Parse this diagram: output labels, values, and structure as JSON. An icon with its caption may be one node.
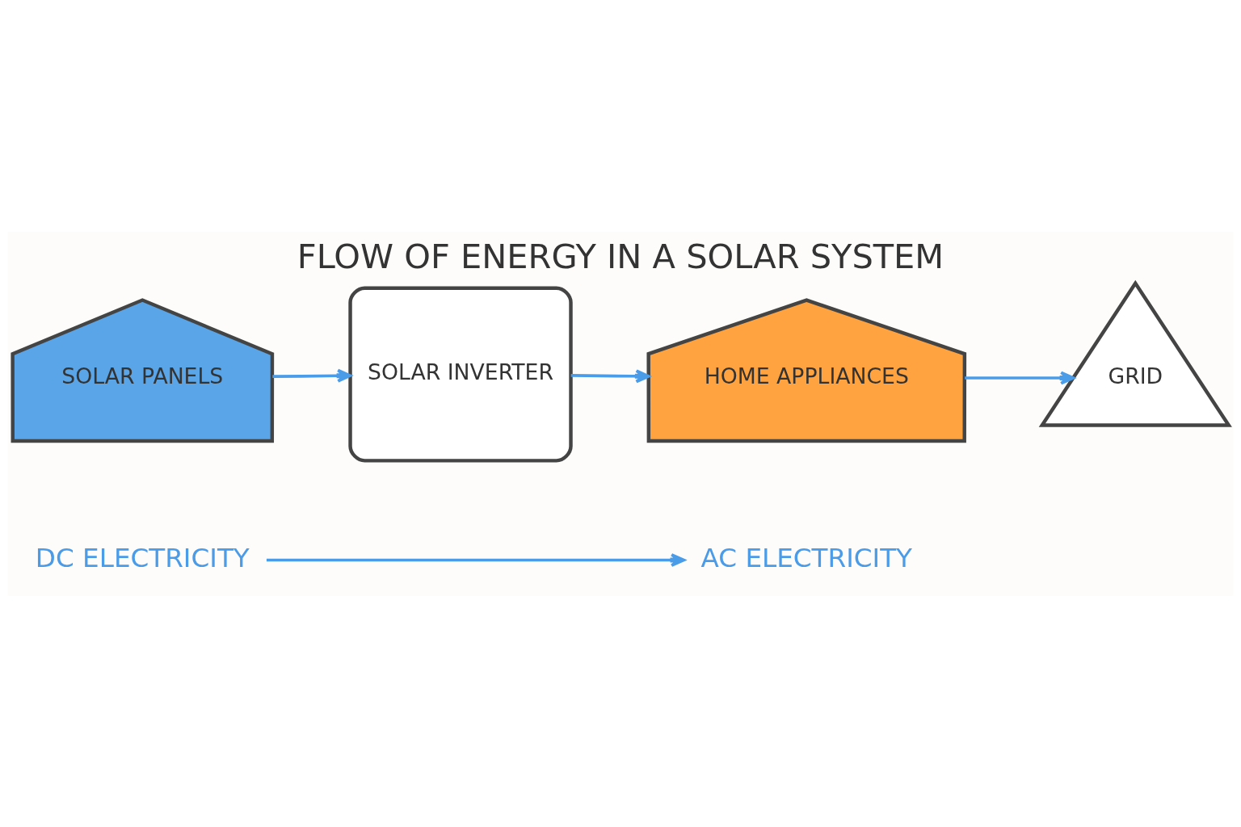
{
  "diagram": {
    "title": "FLOW OF ENERGY IN A SOLAR SYSTEM",
    "nodes": [
      {
        "text": [
          "SOLAR PANELS"
        ]
      },
      {
        "text": [
          "SOLAR INVERTER"
        ]
      },
      {
        "text": [
          "HOME APPLIANCES"
        ]
      },
      {
        "text": [
          "GRID"
        ]
      },
      {
        "text": [
          "DC ELECTRICITY"
        ]
      },
      {
        "text": [
          "AC ELECTRICITY"
        ]
      }
    ],
    "edges": [
      {
        "from": 0,
        "to": 1,
        "arrow": "to"
      },
      {
        "from": 1,
        "to": 2,
        "arrow": "to"
      },
      {
        "from": 2,
        "to": 3,
        "arrow": "to"
      },
      {
        "from": 4,
        "to": 5,
        "arrow": "to"
      }
    ]
  }
}
